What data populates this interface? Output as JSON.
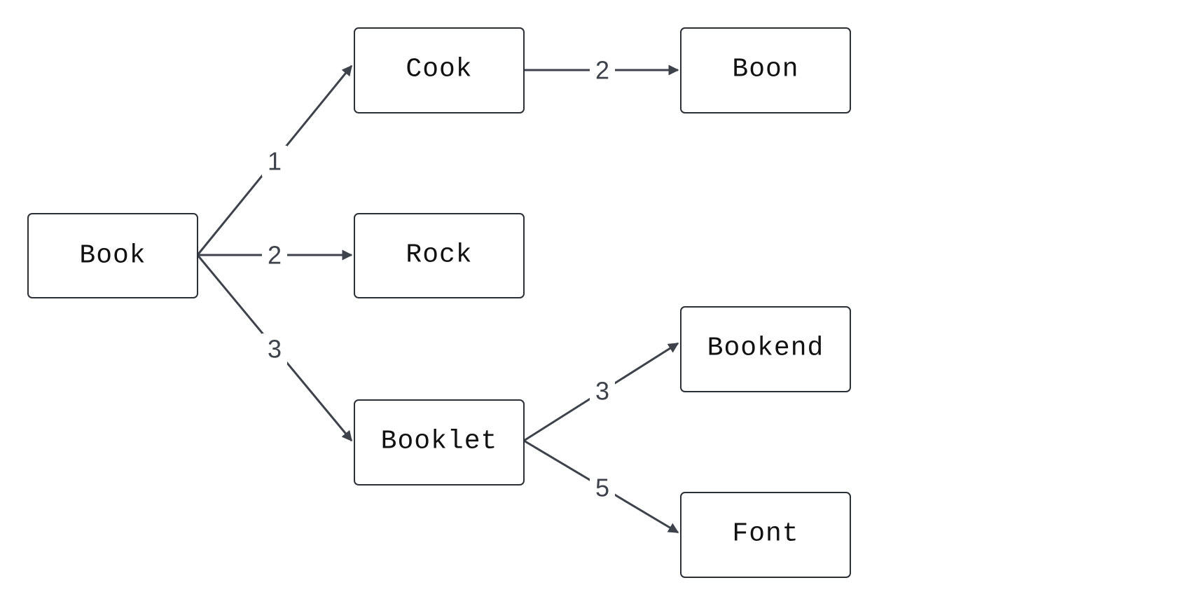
{
  "nodes": {
    "book": "Book",
    "cook": "Cook",
    "rock": "Rock",
    "booklet": "Booklet",
    "boon": "Boon",
    "bookend": "Bookend",
    "font": "Font"
  },
  "edges": {
    "book_cook": "1",
    "book_rock": "2",
    "book_booklet": "3",
    "cook_boon": "2",
    "booklet_bookend": "3",
    "booklet_font": "5"
  },
  "colors": {
    "stroke": "#3d424b",
    "node_border": "#2b2f36",
    "background": "#ffffff"
  }
}
